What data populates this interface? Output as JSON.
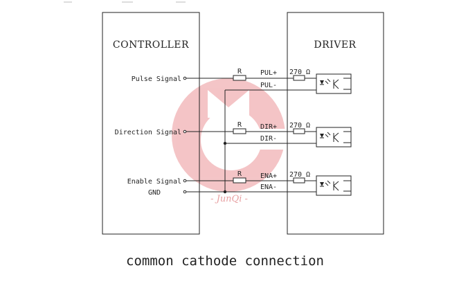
{
  "controller": {
    "title": "CONTROLLER",
    "signals": [
      "Pulse Signal",
      "Direction Signal",
      "Enable Signal",
      "GND"
    ]
  },
  "driver": {
    "title": "DRIVER"
  },
  "channels": [
    {
      "resistor": "R",
      "plus": "PUL+",
      "minus": "PUL-",
      "ohms": "270 Ω"
    },
    {
      "resistor": "R",
      "plus": "DIR+",
      "minus": "DIR-",
      "ohms": "270 Ω"
    },
    {
      "resistor": "R",
      "plus": "ENA+",
      "minus": "ENA-",
      "ohms": "270 Ω"
    }
  ],
  "watermark": {
    "text": "- JunQi -",
    "color": "#e05a5e"
  },
  "caption": "common cathode connection"
}
